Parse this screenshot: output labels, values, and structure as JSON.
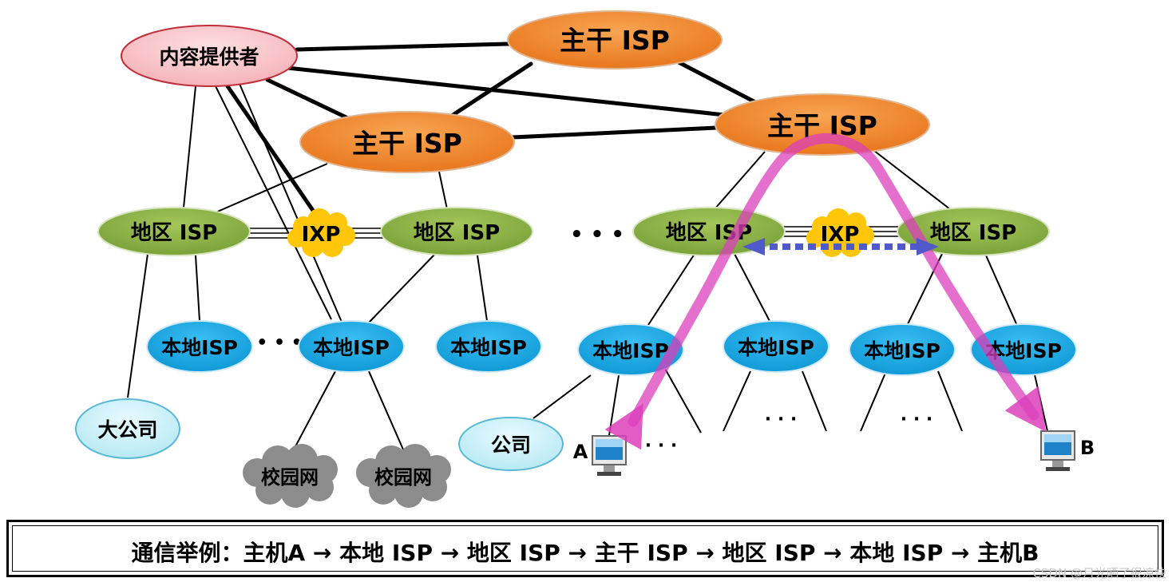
{
  "nodes": {
    "content_provider": "内容提供者",
    "backbone_isp": "主干 ISP",
    "regional_isp": "地区 ISP",
    "local_isp": "本地ISP",
    "local_isp_spaced": "本地 ISP",
    "ixp": "IXP",
    "big_company": "大公司",
    "company": "公司",
    "campus_network": "校园网",
    "host_a": "A",
    "host_b": "B"
  },
  "ellipsis": "• • •",
  "small_ellipsis": "· · ·",
  "caption": "通信举例：主机A → 本地 ISP → 地区 ISP → 主干 ISP → 地区 ISP → 本地 ISP → 主机B",
  "watermark": "CSDN @月光晒了很凉快",
  "colors": {
    "backbone": "#f08a2a",
    "regional": "#8cb043",
    "local": "#19a9e8",
    "content_provider": "#f9c6cb",
    "company": "#c9f0f8",
    "ixp": "#ffc60a",
    "campus": "#8c8c8c",
    "route": "#e040c0",
    "peering": "#5059c8"
  }
}
